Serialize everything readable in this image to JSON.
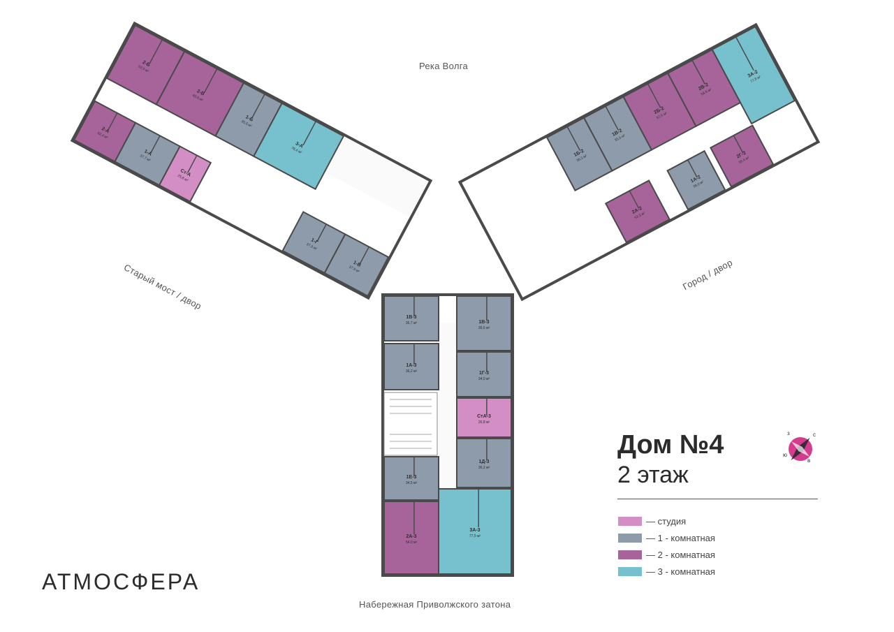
{
  "orientation": {
    "north": "Река Волга",
    "south": "Набережная Приволжского затона",
    "west": "Старый мост / двор",
    "east": "Город / двор"
  },
  "title": {
    "house": "Дом №4",
    "floor": "2 этаж"
  },
  "brand": "АТМОСФЕРА",
  "compass": [
    "з",
    "с",
    "ю",
    "в"
  ],
  "legend": [
    {
      "label": "— студия",
      "color": "#d38ec6"
    },
    {
      "label": "— 1 - комнатная",
      "color": "#8e9bab"
    },
    {
      "label": "— 2 - комнатная",
      "color": "#a7649b"
    },
    {
      "label": "— 3 - комнатная",
      "color": "#76c1cd"
    }
  ],
  "colors": {
    "studio": "#d38ec6",
    "one_room": "#8e9bab",
    "two_room": "#a7649b",
    "three_room": "#76c1cd",
    "wall": "#4a4a4a"
  },
  "wings": {
    "left": {
      "units": [
        {
          "code": "2-Б",
          "area": "62,5 м²",
          "type": "two_room"
        },
        {
          "code": "2-В",
          "area": "60,6 м²",
          "type": "two_room"
        },
        {
          "code": "1-Б",
          "area": "35,5 м²",
          "type": "one_room"
        },
        {
          "code": "3-А",
          "area": "78,4 м²",
          "type": "three_room"
        },
        {
          "code": "2-А",
          "area": "52,4 м²",
          "type": "two_room"
        },
        {
          "code": "1-А",
          "area": "37,7 м²",
          "type": "one_room"
        },
        {
          "code": "Ст-А",
          "area": "25,8 м²",
          "type": "studio"
        },
        {
          "code": "1-Г",
          "area": "37,3 м²",
          "type": "one_room"
        },
        {
          "code": "1-В",
          "area": "37,9 м²",
          "type": "one_room"
        }
      ]
    },
    "right": {
      "units": [
        {
          "code": "3А-2",
          "area": "77,8 м²",
          "type": "three_room"
        },
        {
          "code": "2В-2",
          "area": "58,9 м²",
          "type": "two_room"
        },
        {
          "code": "2Б-2",
          "area": "57,5 м²",
          "type": "two_room"
        },
        {
          "code": "1В-2",
          "area": "35,6 м²",
          "type": "one_room"
        },
        {
          "code": "1Б-2",
          "area": "36,3 м²",
          "type": "one_room"
        },
        {
          "code": "2Г-2",
          "area": "55,4 м²",
          "type": "two_room"
        },
        {
          "code": "1А-2",
          "area": "38,0 м²",
          "type": "one_room"
        },
        {
          "code": "2А-2",
          "area": "53,3 м²",
          "type": "two_room"
        }
      ]
    },
    "bottom": {
      "units": [
        {
          "code": "1В-3",
          "area": "36,7 м²",
          "type": "one_room"
        },
        {
          "code": "1В-3",
          "area": "39,6 м²",
          "type": "one_room"
        },
        {
          "code": "1А-3",
          "area": "36,2 м²",
          "type": "one_room"
        },
        {
          "code": "1Г-3",
          "area": "34,0 м²",
          "type": "one_room"
        },
        {
          "code": "СтА-3",
          "area": "26,8 м²",
          "type": "studio"
        },
        {
          "code": "1Д-3",
          "area": "36,2 м²",
          "type": "one_room"
        },
        {
          "code": "1Е-3",
          "area": "34,5 м²",
          "type": "one_room"
        },
        {
          "code": "2А-3",
          "area": "54,0 м²",
          "type": "two_room"
        },
        {
          "code": "3А-3",
          "area": "77,5 м²",
          "type": "three_room"
        }
      ]
    }
  }
}
